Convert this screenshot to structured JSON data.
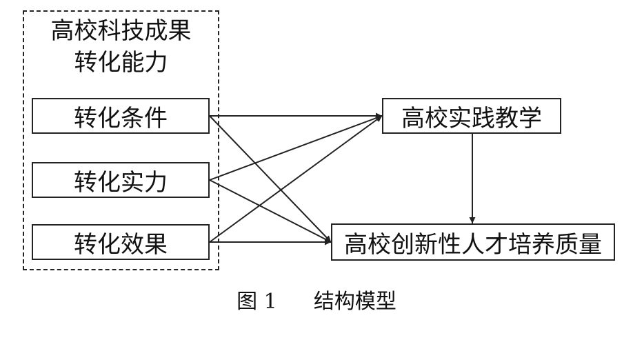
{
  "group": {
    "title_line1": "高校科技成果",
    "title_line2": "转化能力"
  },
  "nodes": {
    "condition": "转化条件",
    "strength": "转化实力",
    "effect": "转化效果",
    "practice_teaching": "高校实践教学",
    "talent_quality": "高校创新性人才培养质量"
  },
  "caption": {
    "figure_number": "图 1",
    "title": "结构模型"
  },
  "edges": [
    {
      "from": "condition",
      "to": "practice_teaching"
    },
    {
      "from": "condition",
      "to": "talent_quality"
    },
    {
      "from": "strength",
      "to": "practice_teaching"
    },
    {
      "from": "strength",
      "to": "talent_quality"
    },
    {
      "from": "effect",
      "to": "practice_teaching"
    },
    {
      "from": "effect",
      "to": "talent_quality"
    },
    {
      "from": "practice_teaching",
      "to": "talent_quality"
    }
  ],
  "colors": {
    "stroke": "#222222",
    "text": "#111111",
    "background": "#ffffff"
  }
}
